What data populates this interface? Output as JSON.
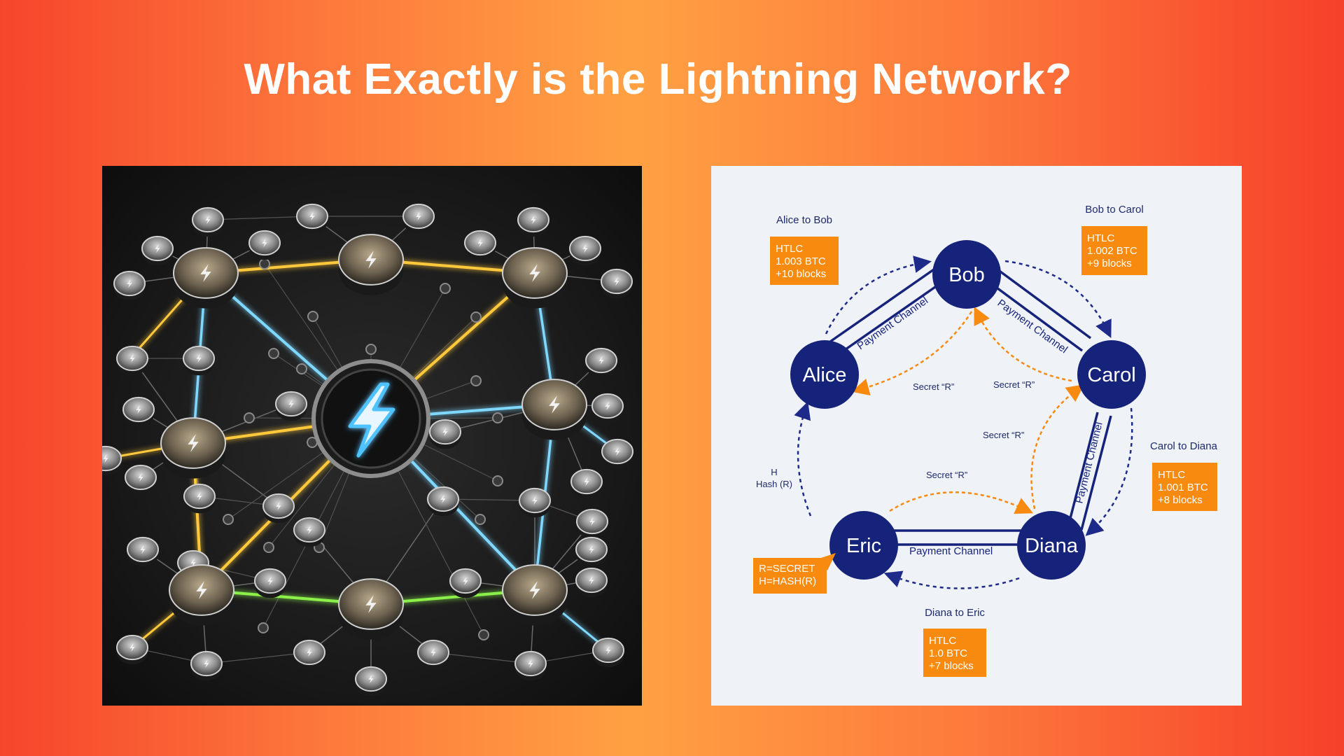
{
  "slide": {
    "title": "What Exactly is the Lightning Network?"
  },
  "illustration": {
    "center_icon": "lightning-bolt-icon",
    "node_icon": "bolt-coin-icon"
  },
  "diagram": {
    "nodes": {
      "alice": "Alice",
      "bob": "Bob",
      "carol": "Carol",
      "diana": "Diana",
      "eric": "Eric"
    },
    "channel_label": "Payment Channel",
    "secret_label": "Secret “R”",
    "hash": {
      "h": "H",
      "hash_r": "Hash (R)"
    },
    "payments": {
      "alice_bob": {
        "title": "Alice to Bob",
        "lines": [
          "HTLC",
          "1.003 BTC",
          "+10 blocks"
        ]
      },
      "bob_carol": {
        "title": "Bob to Carol",
        "lines": [
          "HTLC",
          "1.002 BTC",
          "+9 blocks"
        ]
      },
      "carol_diana": {
        "title": "Carol to Diana",
        "lines": [
          "HTLC",
          "1.001 BTC",
          "+8 blocks"
        ]
      },
      "diana_eric": {
        "title": "Diana to Eric",
        "lines": [
          "HTLC",
          "1.0 BTC",
          "+7 blocks"
        ]
      }
    },
    "secret_box": {
      "lines": [
        "R=SECRET",
        "H=HASH(R)"
      ]
    },
    "colors": {
      "node": "#16237a",
      "orange": "#f78a0f",
      "text": "#1e2a6a"
    }
  }
}
